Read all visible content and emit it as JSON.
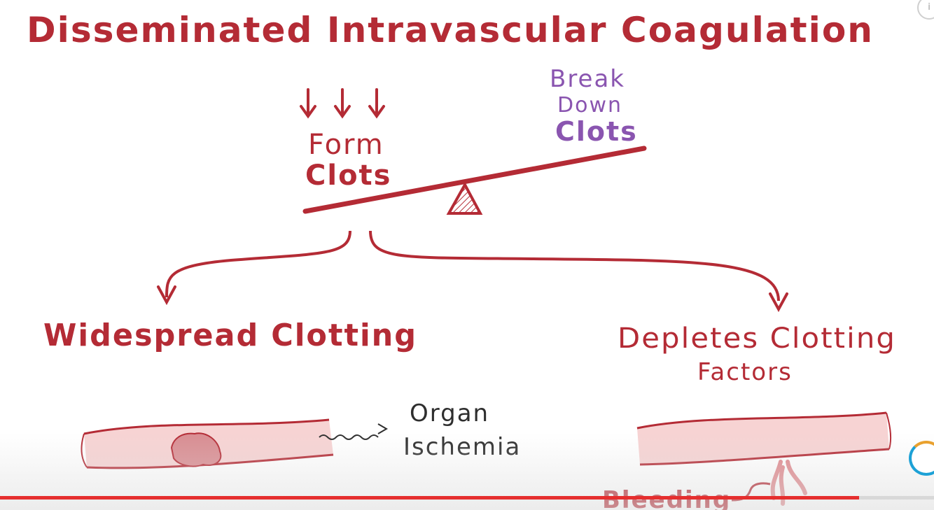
{
  "title": "Disseminated Intravascular Coagulation",
  "balance": {
    "left_label_line1": "Form",
    "left_label_line2": "Clots",
    "right_label_line1": "Break",
    "right_label_line2": "Down",
    "right_label_line3": "Clots"
  },
  "outcomes": {
    "left": "Widespread Clotting",
    "right_line1": "Depletes Clotting",
    "right_line2": "Factors"
  },
  "consequences": {
    "organ_line1": "Organ",
    "organ_line2": "Ischemia",
    "bleeding": "Bleeding"
  },
  "player": {
    "progress": 0.92,
    "info_icon": "info-icon",
    "badge_icon": "channel-badge-icon"
  },
  "colors": {
    "red": "#b42b35",
    "purple": "#8a55b0",
    "ink": "#2e2e2e",
    "vessel_fill": "#f7d3d3",
    "progress": "#e52e2e"
  }
}
